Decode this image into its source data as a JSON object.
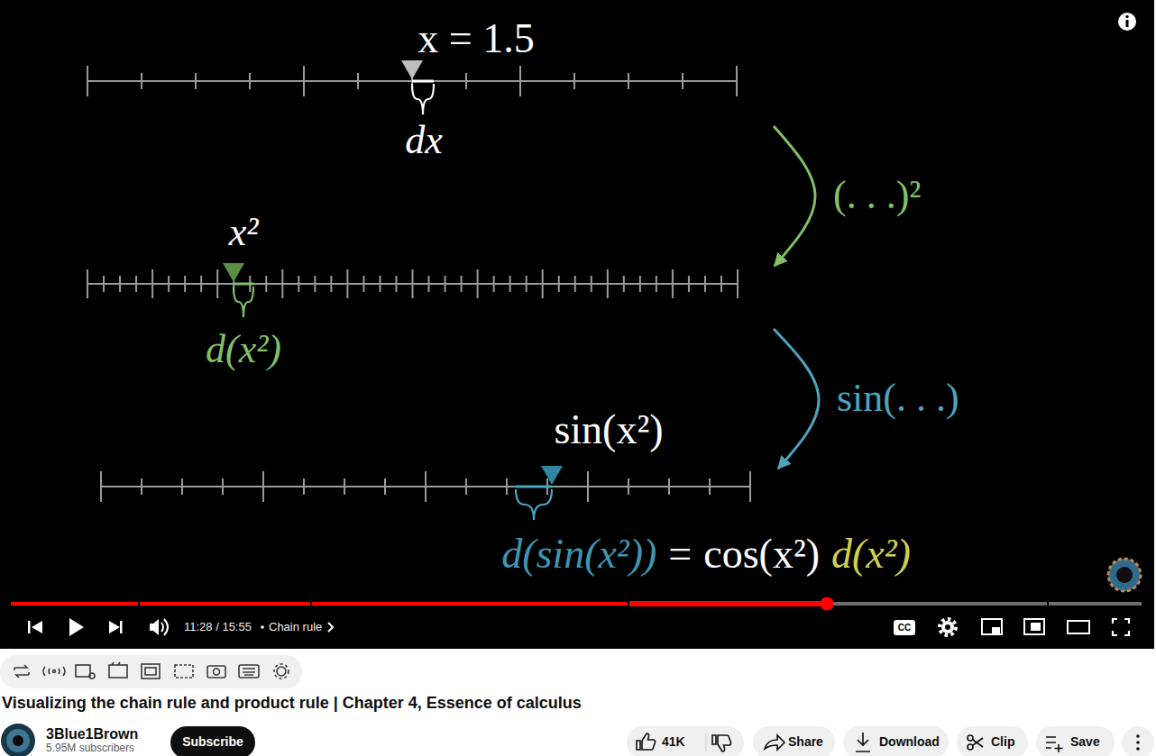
{
  "diagram": {
    "title": "Visualizing the chain rule and product rule | Chapter 4, Essence of calculus",
    "nodes": [
      {
        "text": [
          "x = 1.5",
          "dx"
        ]
      },
      {
        "text": [
          "x²",
          "d(x²)"
        ]
      },
      {
        "text": [
          "sin(x²)"
        ]
      }
    ],
    "edges": [
      {
        "from": 0,
        "to": 1,
        "label": "(. . .)²",
        "arrow": "to"
      },
      {
        "from": 1,
        "to": 2,
        "label": "sin(. . .)",
        "arrow": "to"
      }
    ],
    "labels": [
      "d(sin(x²))",
      "=",
      "cos(x²)",
      "d(x²)",
      "11:28 / 15:55",
      "Chain rule",
      "CC",
      "3Blue1Brown",
      "5.95M subscribers",
      "Subscribe",
      "41K",
      "Share",
      "Download",
      "Clip",
      "Save"
    ]
  }
}
